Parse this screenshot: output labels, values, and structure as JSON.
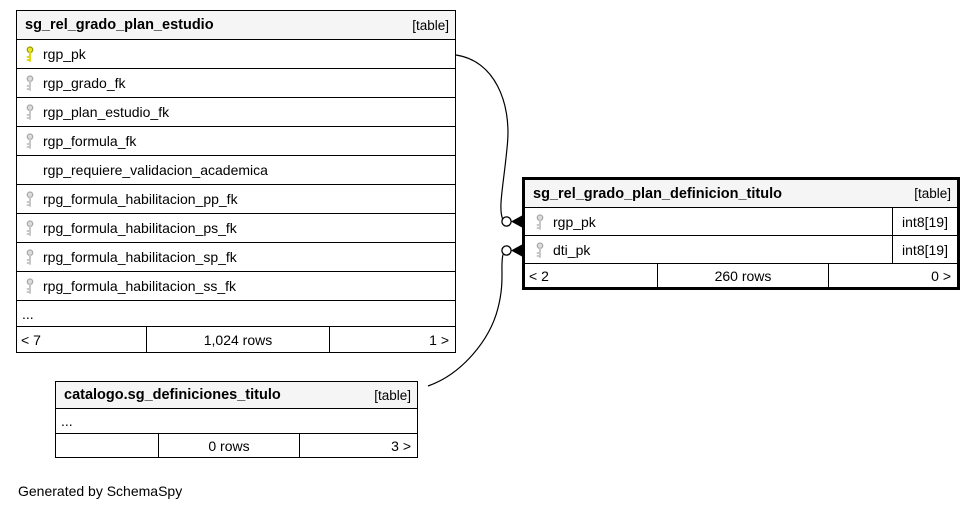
{
  "footer_note": "Generated by SchemaSpy",
  "colors": {
    "header_bg": "#f5f5f5",
    "border": "#000000",
    "focus_border": "#000000",
    "primary_key": "#ede72c",
    "foreign_key": "#dcdcdc"
  },
  "tables": {
    "estudio": {
      "title": "sg_rel_grado_plan_estudio",
      "tag": "[table]",
      "columns": [
        {
          "name": "rgp_pk",
          "icon": "primary-key"
        },
        {
          "name": "rgp_grado_fk",
          "icon": "foreign-key"
        },
        {
          "name": "rgp_plan_estudio_fk",
          "icon": "foreign-key"
        },
        {
          "name": "rgp_formula_fk",
          "icon": "foreign-key"
        },
        {
          "name": "rgp_requiere_validacion_academica",
          "icon": null
        },
        {
          "name": "rpg_formula_habilitacion_pp_fk",
          "icon": "foreign-key"
        },
        {
          "name": "rpg_formula_habilitacion_ps_fk",
          "icon": "foreign-key"
        },
        {
          "name": "rpg_formula_habilitacion_sp_fk",
          "icon": "foreign-key"
        },
        {
          "name": "rpg_formula_habilitacion_ss_fk",
          "icon": "foreign-key"
        }
      ],
      "more": "...",
      "pager": {
        "prev": "< 7",
        "rows": "1,024 rows",
        "next": "1 >"
      }
    },
    "definicion": {
      "title": "sg_rel_grado_plan_definicion_titulo",
      "tag": "[table]",
      "columns": [
        {
          "name": "rgp_pk",
          "icon": "foreign-key",
          "type": "int8[19]"
        },
        {
          "name": "dti_pk",
          "icon": "foreign-key",
          "type": "int8[19]"
        }
      ],
      "pager": {
        "prev": "< 2",
        "rows": "260 rows",
        "next": "0 >"
      }
    },
    "catalogo": {
      "title": "catalogo.sg_definiciones_titulo",
      "tag": "[table]",
      "more": "...",
      "pager": {
        "prev": "",
        "rows": "0 rows",
        "next": "3 >"
      }
    }
  },
  "relationships": [
    {
      "from": "sg_rel_grado_plan_estudio.rgp_pk",
      "to": "sg_rel_grado_plan_definicion_titulo.rgp_pk"
    },
    {
      "from": "catalogo.sg_definiciones_titulo",
      "to": "sg_rel_grado_plan_definicion_titulo.dti_pk"
    }
  ]
}
